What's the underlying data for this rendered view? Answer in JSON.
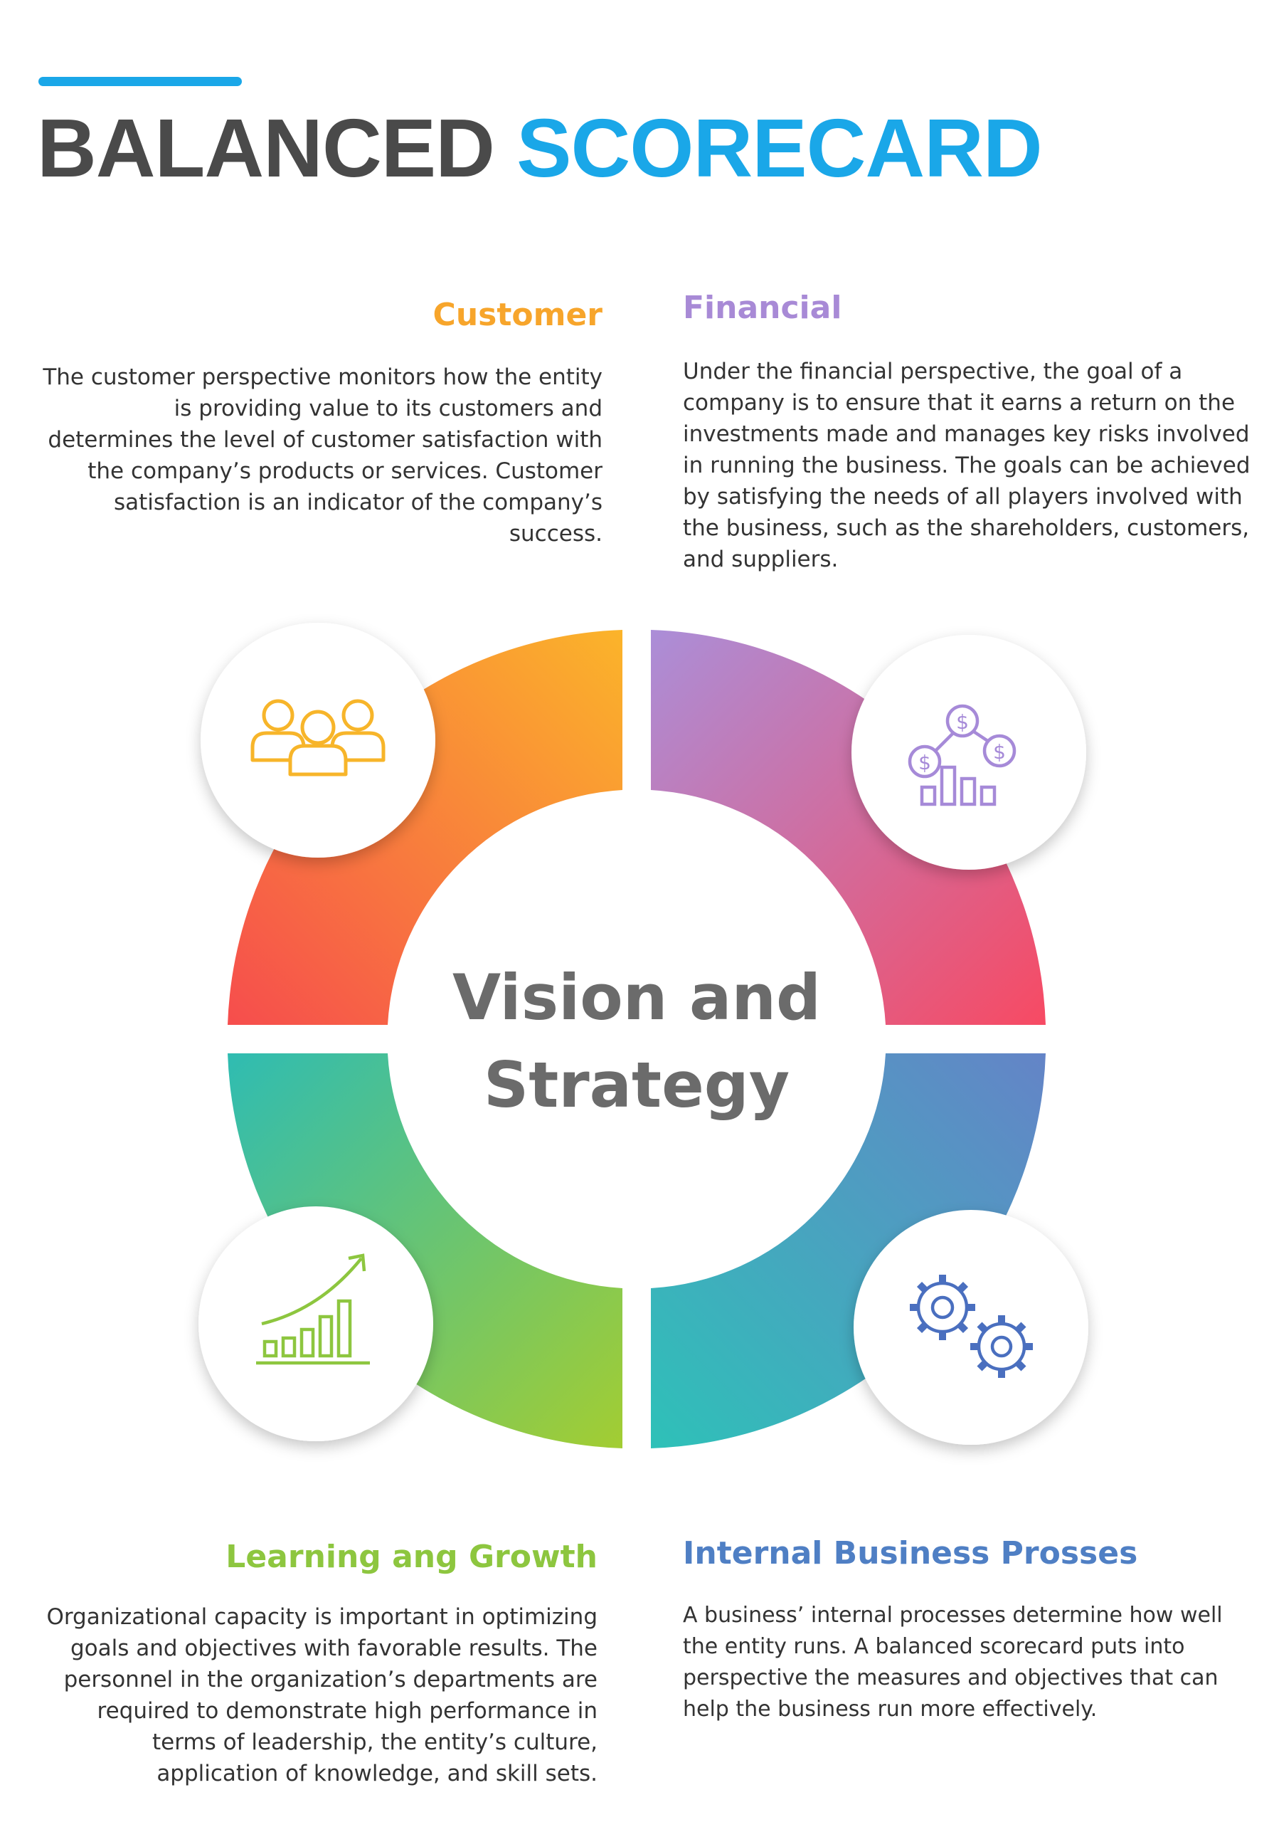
{
  "header": {
    "title_part1": "BALANCED",
    "title_part2": "SCORECARD",
    "accent_color": "#1aa7e8"
  },
  "center": {
    "line1": "Vision and",
    "line2": "Strategy"
  },
  "sections": {
    "customer": {
      "title": "Customer",
      "body": "The customer perspective monitors how the entity is providing value to its customers and determines the level of customer satisfaction with the company’s products or services. Customer satisfaction is an indicator of the company’s success.",
      "color": "#f7a52b",
      "icon": "people-icon"
    },
    "financial": {
      "title": "Financial",
      "body": "Under the financial perspective, the goal of a company is to ensure that it earns a return on the investments made and manages key risks involved in running the business. The goals can be achieved by satisfying the needs of all players involved with the business, such as the shareholders, customers, and suppliers.",
      "color": "#a88ad6",
      "icon": "money-chart-icon"
    },
    "learning": {
      "title": "Learning ang Growth",
      "body": "Organizational capacity is important in optimizing goals and objectives with favorable results. The personnel in the organization’s departments are required to demonstrate high performance in terms of leadership, the entity’s culture, application of knowledge, and skill sets.",
      "color": "#8dc63f",
      "icon": "growth-chart-icon"
    },
    "internal": {
      "title": "Internal Business Prosses",
      "body": "A business’ internal processes determine how well the entity runs. A balanced scorecard puts into perspective the measures and objectives that can help the business run more effectively.",
      "color": "#4f7fc4",
      "icon": "gears-icon"
    }
  }
}
